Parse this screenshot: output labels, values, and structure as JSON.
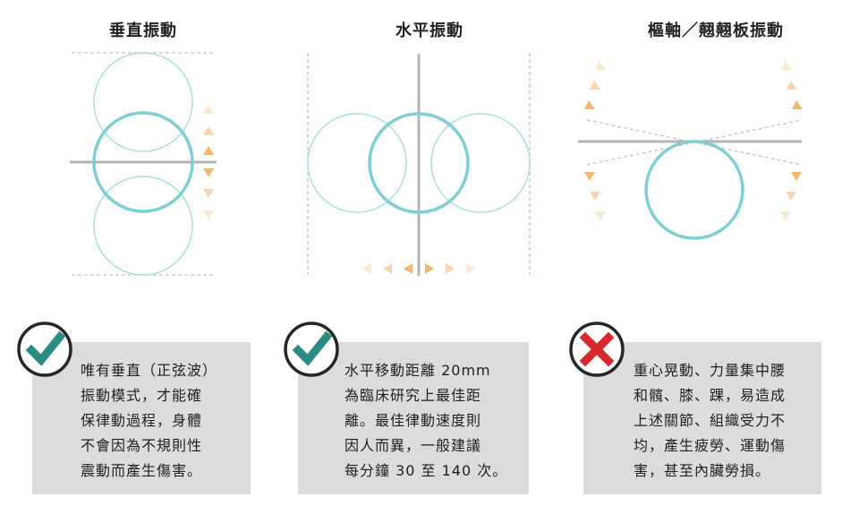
{
  "panels": [
    {
      "title": "垂直振動",
      "status": "ok",
      "badge_icon": "checkmark-icon",
      "note_lines": [
        "唯有垂直（正弦波）",
        "振動模式，才能確",
        "保律動過程，身體",
        "不會因為不規則性",
        "震動而產生傷害。"
      ]
    },
    {
      "title": "水平振動",
      "status": "ok",
      "badge_icon": "checkmark-icon",
      "note_lines": [
        "水平移動距離 20mm",
        "為臨床研究上最佳距",
        "離。最佳律動速度則",
        "因人而異，一般建議",
        "每分鐘 30 至 140 次。"
      ]
    },
    {
      "title": "樞軸／翹翹板振動",
      "status": "bad",
      "badge_icon": "cross-icon",
      "note_lines": [
        "重心晃動、力量集中腰",
        "和髖、膝、踝，易造成",
        "上述關節、組織受力不",
        "均，產生疲勞、運動傷",
        "害，甚至內臟勞損。"
      ]
    }
  ],
  "colors": {
    "circle_main": "#7ecfd3",
    "circle_ghost": "#a9dede",
    "axis": "#b4b4b4",
    "dashed": "#c4c4c4",
    "arrow": "#f2b36b",
    "check": "#2a8c82",
    "cross": "#d7282f",
    "note_bg": "#dcdcdc"
  }
}
